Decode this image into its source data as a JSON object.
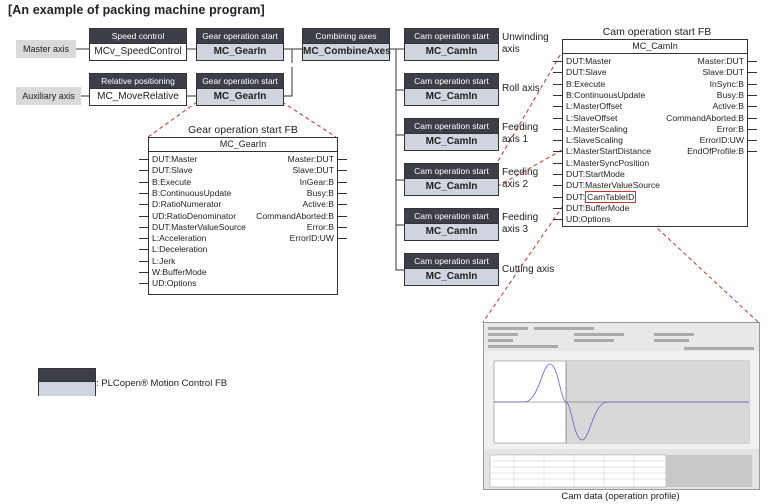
{
  "title": "[An example of packing machine program]",
  "axes_labels": {
    "master": "Master axis",
    "auxiliary": "Auxiliary axis"
  },
  "blocks": {
    "speed": {
      "header": "Speed control",
      "name": "MCv_SpeedControl"
    },
    "gear1": {
      "header": "Gear operation start",
      "name": "MC_GearIn"
    },
    "combine": {
      "header": "Combining axes",
      "name": "MC_CombineAxes"
    },
    "relpos": {
      "header": "Relative positioning",
      "name": "MC_MoveRelative"
    },
    "gear2": {
      "header": "Gear operation start",
      "name": "MC_GearIn"
    }
  },
  "cams": [
    {
      "header": "Cam operation start",
      "name": "MC_CamIn",
      "axis_label": "Unwinding axis"
    },
    {
      "header": "Cam operation start",
      "name": "MC_CamIn",
      "axis_label": "Roll axis"
    },
    {
      "header": "Cam operation start",
      "name": "MC_CamIn",
      "axis_label": "Feeding axis 1"
    },
    {
      "header": "Cam operation start",
      "name": "MC_CamIn",
      "axis_label": "Feeding axis 2"
    },
    {
      "header": "Cam operation start",
      "name": "MC_CamIn",
      "axis_label": "Feeding axis 3"
    },
    {
      "header": "Cam operation start",
      "name": "MC_CamIn",
      "axis_label": "Cutting axis"
    }
  ],
  "gear_fb": {
    "caption": "Gear operation start FB",
    "name": "MC_GearIn",
    "inputs": [
      "DUT:Master",
      "DUT:Slave",
      "B:Execute",
      "B:ContinuousUpdate",
      "D:RatioNumerator",
      "UD:RatioDenominator",
      "DUT:MasterValueSource",
      "L:Acceleration",
      "L:Deceleration",
      "L:Jerk",
      "W:BufferMode",
      "UD:Options"
    ],
    "outputs": [
      "Master:DUT",
      "Slave:DUT",
      "InGear:B",
      "Busy:B",
      "Active:B",
      "CommandAborted:B",
      "Error:B",
      "ErrorID:UW"
    ]
  },
  "cam_fb": {
    "caption": "Cam operation start FB",
    "name": "MC_CamIn",
    "inputs": [
      "DUT:Master",
      "DUT:Slave",
      "B:Execute",
      "B:ContinuousUpdate",
      "L:MasterOffset",
      "L:SlaveOffset",
      "L:MasterScaling",
      "L:SlaveScaling",
      "L:MasterStartDistance",
      "L:MasterSyncPosition",
      "DUT:StartMode",
      "DUT:MasterValueSource",
      "DUT:",
      "DUT:BufferMode",
      "UD:Options"
    ],
    "highlight": "CamTableID",
    "outputs": [
      "Master:DUT",
      "Slave:DUT",
      "InSync:B",
      "Busy:B",
      "Active:B",
      "CommandAborted:B",
      "Error:B",
      "ErrorID:UW",
      "EndOfProfile:B"
    ]
  },
  "legend": {
    "text": ": PLCopen® Motion Control  FB"
  },
  "cam_data_caption": "Cam data (operation profile)",
  "colors": {
    "header_dark": "#3c3f48",
    "body_light": "#cfd4de",
    "tag_gray": "#d9d9d9",
    "dashed_red": "#c0392b"
  },
  "cam_chart": {
    "type": "line"
  }
}
